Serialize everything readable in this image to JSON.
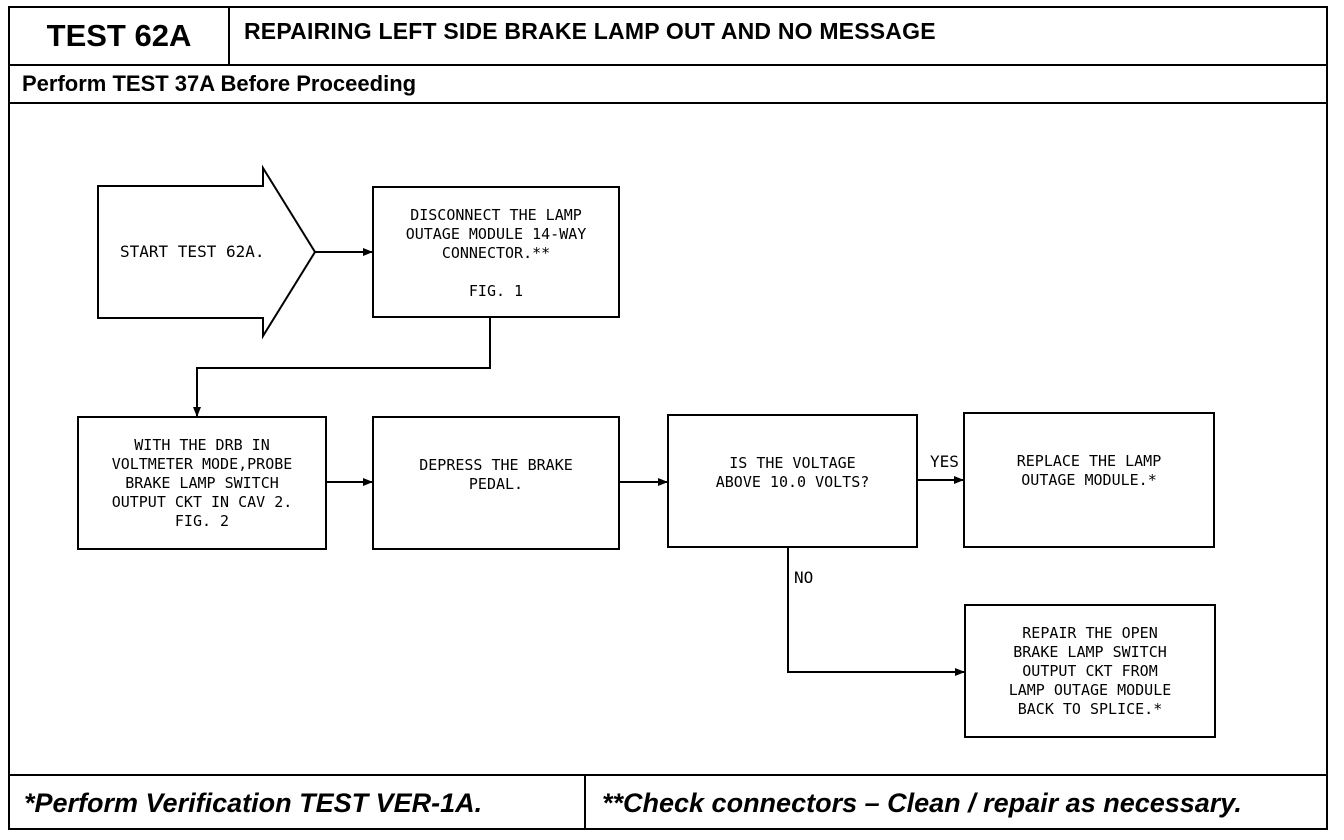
{
  "header": {
    "test_id": "TEST 62A",
    "title": "REPAIRING LEFT SIDE BRAKE LAMP OUT AND NO MESSAGE",
    "prerequisite": "Perform TEST 37A Before Proceeding"
  },
  "flow": {
    "start": "START TEST 62A.",
    "disconnect": "DISCONNECT THE LAMP\nOUTAGE MODULE 14-WAY\nCONNECTOR.**\n\nFIG. 1",
    "probe": "WITH THE DRB IN\nVOLTMETER MODE,PROBE\nBRAKE LAMP SWITCH\nOUTPUT CKT IN CAV 2.\nFIG. 2",
    "depress": "DEPRESS THE BRAKE\nPEDAL.",
    "question": "IS THE VOLTAGE\nABOVE 10.0 VOLTS?",
    "yes_label": "YES",
    "no_label": "NO",
    "replace": "REPLACE THE LAMP\nOUTAGE MODULE.*",
    "repair": "REPAIR THE OPEN\nBRAKE LAMP SWITCH\nOUTPUT CKT FROM\nLAMP OUTAGE MODULE\nBACK TO SPLICE.*"
  },
  "footer": {
    "note_verification": "*Perform Verification TEST VER-1A.",
    "note_connectors": "**Check connectors – Clean / repair as necessary."
  }
}
